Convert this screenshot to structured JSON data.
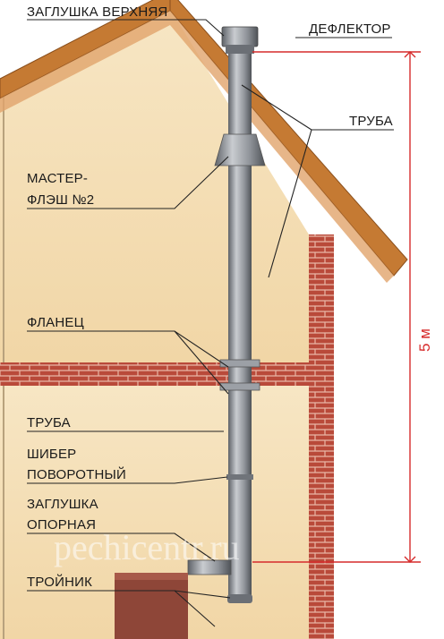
{
  "labels": {
    "top_cap": "ЗАГЛУШКА ВЕРХНЯЯ",
    "deflector": "ДЕФЛЕКТОР",
    "pipe_top": "ТРУБА",
    "master_flash_1": "МАСТЕР-",
    "master_flash_2": "ФЛЭШ №2",
    "flange": "ФЛАНЕЦ",
    "pipe_bottom": "ТРУБА",
    "damper_1": "ШИБЕР",
    "damper_2": "ПОВОРОТНЫЙ",
    "support_cap_1": "ЗАГЛУШКА",
    "support_cap_2": "ОПОРНАЯ",
    "tee": "ТРОЙНИК"
  },
  "dimension": {
    "height": "5 м"
  },
  "watermark": "pechicentr.ru",
  "colors": {
    "wall": "#f5dfb7",
    "roof": "#c57a33",
    "brick": "#b94a3a",
    "pipe": "#8c9096",
    "dimension": "#d62b2b"
  }
}
